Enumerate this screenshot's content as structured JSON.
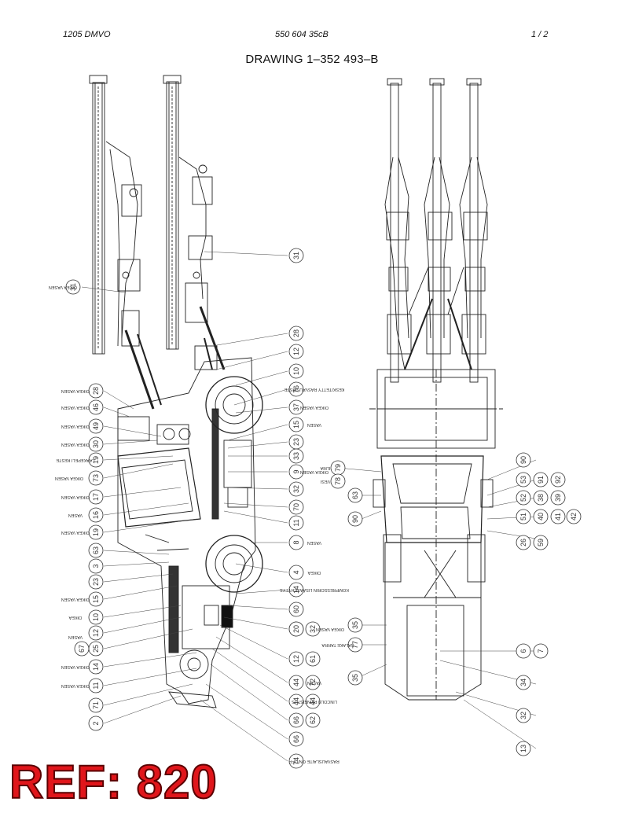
{
  "header": {
    "left": "1205 DMVO",
    "center": "550 604 35cB",
    "right": "1 /  2"
  },
  "title": "DRAWING 1–352 493–B",
  "stamp": "REF: 820",
  "side_view_balloons": [
    "31",
    "28",
    "46",
    "49",
    "30",
    "19",
    "73",
    "17",
    "16",
    "19",
    "63",
    "3",
    "23",
    "15",
    "10",
    "12",
    "25",
    "67",
    "14",
    "11",
    "71",
    "2",
    "31",
    "28",
    "12",
    "10",
    "76",
    "37",
    "15",
    "23",
    "33",
    "9",
    "32",
    "70",
    "11",
    "8",
    "4",
    "14",
    "60",
    "75",
    "32",
    "20",
    "12",
    "44",
    "66",
    "44",
    "61",
    "72",
    "44",
    "62",
    "66",
    "74"
  ],
  "top_view_balloons": [
    "79",
    "78",
    "63",
    "90",
    "90",
    "53",
    "91",
    "92",
    "52",
    "38",
    "39",
    "51",
    "40",
    "41",
    "42",
    "26",
    "59",
    "35",
    "77",
    "35",
    "6",
    "7",
    "34",
    "32",
    "13"
  ],
  "side_view_notes": [
    "OIKEA VASEN",
    "OIKEA VASEN",
    "OIKEA VASEN",
    "OIKEA VASEN",
    "OIKEA VASEN",
    "LAAKEPELI KESTE",
    "OIKEA VASEN",
    "OIKEA VASEN",
    "VASEN",
    "OIKEA VASEN",
    "OIKEA VASEN",
    "OIKEA",
    "VASEN",
    "OIKEA VASEN",
    "OIKEA VASEN",
    "KESKITETTY RASVAUSPISTE",
    "OIKEA VASEN",
    "VASEN",
    "OIKEA VASEN",
    "VASEN",
    "OIKEA",
    "KOMPRESSORIN LISÄASEHYTYS",
    "OIKEA VASEN",
    "VASEN",
    "LINCOLN PAINEISTUS",
    "RASVAUSLAITE ON/OFF"
  ],
  "top_view_notes": [
    "ILMA",
    "VESI",
    "SALAKE TARRA"
  ]
}
